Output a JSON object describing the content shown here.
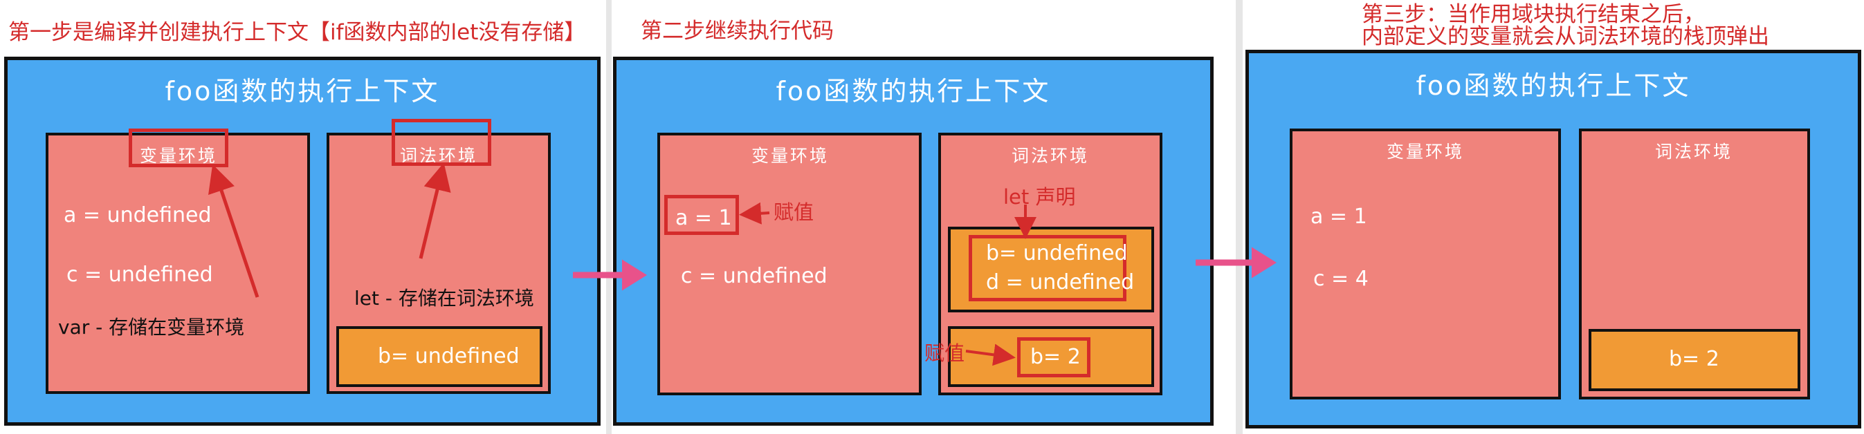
{
  "step1": {
    "title": "第一步是编译并创建执行上下文【if函数内部的let没有存储】",
    "panel_title": "foo函数的执行上下文",
    "var_env_label": "变量环境",
    "lex_env_label": "词法环境",
    "a": "a = undefined",
    "c": "c = undefined",
    "var_note": "var - 存储在变量环境",
    "let_note": "let - 存储在词法环境",
    "b": "b= undefined"
  },
  "step2": {
    "title": "第二步继续执行代码",
    "panel_title": "foo函数的执行上下文",
    "var_env_label": "变量环境",
    "lex_env_label": "词法环境",
    "a": "a = 1",
    "assign_note": "赋值",
    "c": "c = undefined",
    "let_decl_note": "let 声明",
    "b": "b= undefined",
    "d": "d = undefined",
    "assign_note2": "赋值",
    "b2": "b= 2"
  },
  "step3": {
    "title_line1": "第三步：当作用域块执行结束之后，",
    "title_line2": "内部定义的变量就会从词法环境的栈顶弹出",
    "panel_title": "foo函数的执行上下文",
    "var_env_label": "变量环境",
    "lex_env_label": "词法环境",
    "a": "a = 1",
    "c": "c = 4",
    "b": "b= 2"
  },
  "colors": {
    "panel_blue": "#4aa8f2",
    "env_red": "#f0837c",
    "block_orange": "#f19a35",
    "annotation_red": "#d42b2b",
    "arrow_pink": "#e8528a"
  }
}
